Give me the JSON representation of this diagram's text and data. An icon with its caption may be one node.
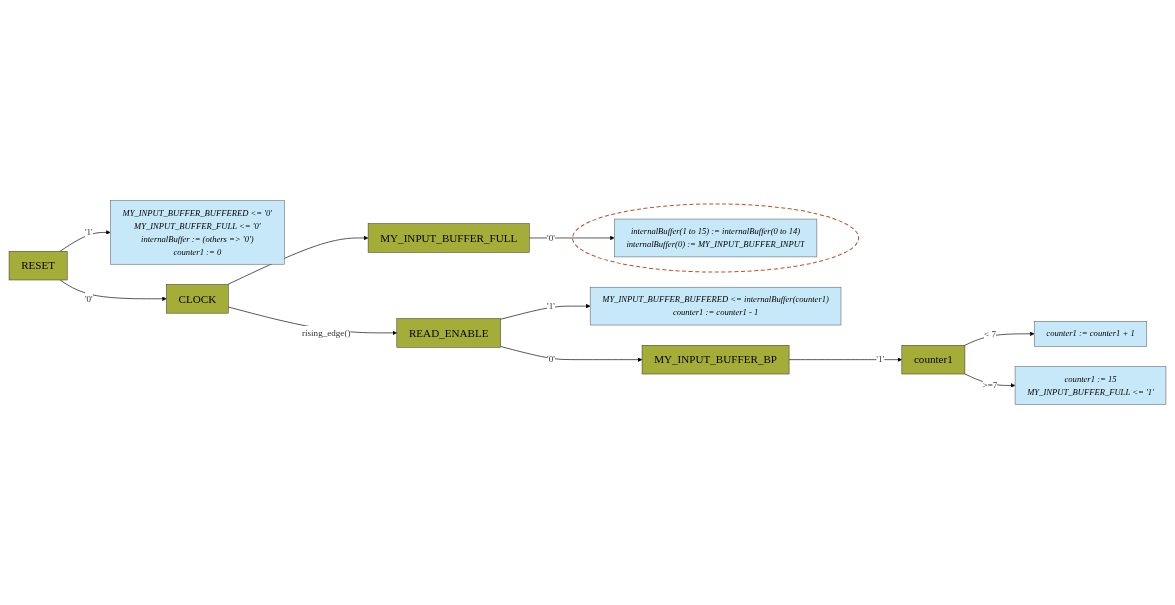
{
  "diagram": {
    "nodes": [
      {
        "text": [
          "RESET"
        ]
      },
      {
        "text": [
          "MY_INPUT_BUFFER_BUFFERED <= '0'",
          "MY_INPUT_BUFFER_FULL <= '0'",
          "internalBuffer := (others => '0')",
          "counter1 := 0"
        ]
      },
      {
        "text": [
          "CLOCK"
        ]
      },
      {
        "text": [
          "MY_INPUT_BUFFER_FULL"
        ]
      },
      {
        "text": [],
        "shape": "ellipse"
      },
      {
        "text": [
          "internalBuffer(1 to 15) := internalBuffer(0 to 14)",
          "internalBuffer(0) := MY_INPUT_BUFFER_INPUT"
        ],
        "in": 4
      },
      {
        "text": [
          "READ_ENABLE"
        ]
      },
      {
        "text": [
          "MY_INPUT_BUFFER_BUFFERED <= internalBuffer(counter1)",
          "counter1 := counter1 - 1"
        ]
      },
      {
        "text": [
          "MY_INPUT_BUFFER_BP"
        ]
      },
      {
        "text": [
          "counter1"
        ]
      },
      {
        "text": [
          "counter1 := counter1 + 1"
        ]
      },
      {
        "text": [
          "counter1 := 15",
          "MY_INPUT_BUFFER_FULL <= '1'"
        ]
      }
    ],
    "edges": [
      {
        "from": 0,
        "to": 1,
        "arrow": "to",
        "label": "'1'"
      },
      {
        "from": 0,
        "to": 2,
        "arrow": "to",
        "label": "'0'"
      },
      {
        "from": 2,
        "to": 3,
        "arrow": "to"
      },
      {
        "from": 3,
        "to": 5,
        "arrow": "to",
        "label": "'0'"
      },
      {
        "from": 2,
        "to": 6,
        "arrow": "to",
        "label": "rising_edge()"
      },
      {
        "from": 6,
        "to": 7,
        "arrow": "to",
        "label": "'1'"
      },
      {
        "from": 6,
        "to": 8,
        "arrow": "to",
        "label": "'0'"
      },
      {
        "from": 8,
        "to": 9,
        "arrow": "to",
        "label": "'1'"
      },
      {
        "from": 9,
        "to": 10,
        "arrow": "to",
        "label": "< 7"
      },
      {
        "from": 9,
        "to": 11,
        "arrow": "to",
        "label": ">=7"
      }
    ]
  }
}
